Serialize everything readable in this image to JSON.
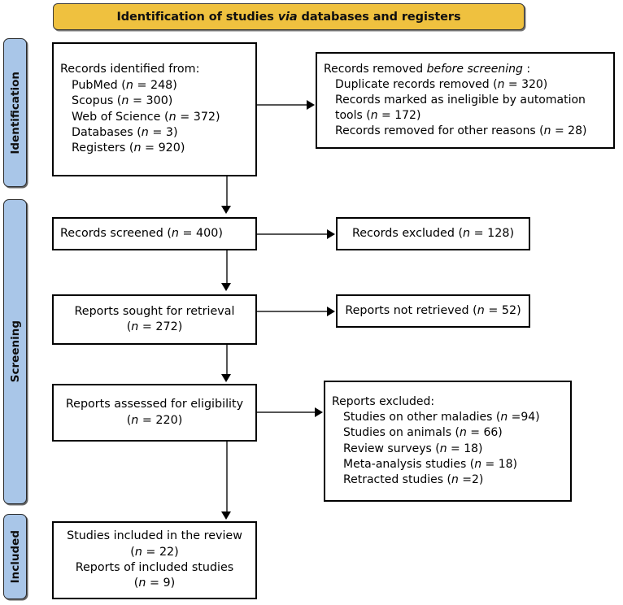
{
  "banner": {
    "prefix": "Identification of studies ",
    "italic": "via",
    "suffix": " databases and registers"
  },
  "stages": {
    "identification": "Identification",
    "screening": "Screening",
    "included": "Included"
  },
  "boxes": {
    "identified": {
      "title": "Records identified from:",
      "items": [
        "PubMed (n = 248)",
        "Scopus (n = 300)",
        "Web of Science (n = 372)",
        "Databases (n = 3)",
        "Registers (n = 920)"
      ]
    },
    "removed": {
      "title_prefix": "Records removed ",
      "title_italic": "before screening",
      "title_suffix": " :",
      "items": [
        "Duplicate records removed  (n = 320)",
        "Records marked as ineligible by automation tools (n = 172)",
        "Records removed for other reasons (n = 28)"
      ]
    },
    "screened": {
      "text": "Records screened (n = 400)"
    },
    "excluded": {
      "text": "Records excluded (n = 128)"
    },
    "sought": {
      "line1": "Reports sought for retrieval",
      "line2": "(n = 272)"
    },
    "not_retrieved": {
      "text": "Reports not retrieved (n = 52)"
    },
    "assessed": {
      "line1": "Reports assessed for eligibility",
      "line2": "(n = 220)"
    },
    "reports_excluded": {
      "title": "Reports excluded:",
      "items": [
        "Studies on other maladies (n =94)",
        "Studies on animals (n = 66)",
        "Review surveys (n = 18)",
        "Meta-analysis studies (n = 18)",
        "Retracted studies (n =2)"
      ]
    },
    "included": {
      "line1": "Studies included in the review",
      "line2": "(n = 22)",
      "line3": "Reports of included studies",
      "line4": "(n = 9)"
    }
  },
  "colors": {
    "banner": "#efc13f",
    "stage": "#a9c6e8",
    "box_border": "#000000",
    "connector": "#555555"
  },
  "chart_data": {
    "type": "diagram",
    "title": "PRISMA 2020 flow diagram: Identification of studies via databases and registers",
    "stages": [
      "Identification",
      "Screening",
      "Included"
    ],
    "nodes": [
      {
        "id": "identified",
        "label": "Records identified from",
        "values": {
          "PubMed": 248,
          "Scopus": 300,
          "Web of Science": 372,
          "Databases": 3,
          "Registers": 920
        }
      },
      {
        "id": "removed",
        "label": "Records removed before screening",
        "values": {
          "Duplicate records removed": 320,
          "Records marked as ineligible by automation tools": 172,
          "Records removed for other reasons": 28
        }
      },
      {
        "id": "screened",
        "label": "Records screened",
        "value": 400
      },
      {
        "id": "excluded",
        "label": "Records excluded",
        "value": 128
      },
      {
        "id": "sought",
        "label": "Reports sought for retrieval",
        "value": 272
      },
      {
        "id": "not_retrieved",
        "label": "Reports not retrieved",
        "value": 52
      },
      {
        "id": "assessed",
        "label": "Reports assessed for eligibility",
        "value": 220
      },
      {
        "id": "reports_excluded",
        "label": "Reports excluded",
        "values": {
          "Studies on other maladies": 94,
          "Studies on animals": 66,
          "Review surveys": 18,
          "Meta-analysis studies": 18,
          "Retracted studies": 2
        }
      },
      {
        "id": "included",
        "label": "Studies included in the review",
        "value": 22
      },
      {
        "id": "included_reports",
        "label": "Reports of included studies",
        "value": 9
      }
    ],
    "edges": [
      {
        "from": "identified",
        "to": "removed"
      },
      {
        "from": "identified",
        "to": "screened"
      },
      {
        "from": "screened",
        "to": "excluded"
      },
      {
        "from": "screened",
        "to": "sought"
      },
      {
        "from": "sought",
        "to": "not_retrieved"
      },
      {
        "from": "sought",
        "to": "assessed"
      },
      {
        "from": "assessed",
        "to": "reports_excluded"
      },
      {
        "from": "assessed",
        "to": "included"
      }
    ]
  }
}
